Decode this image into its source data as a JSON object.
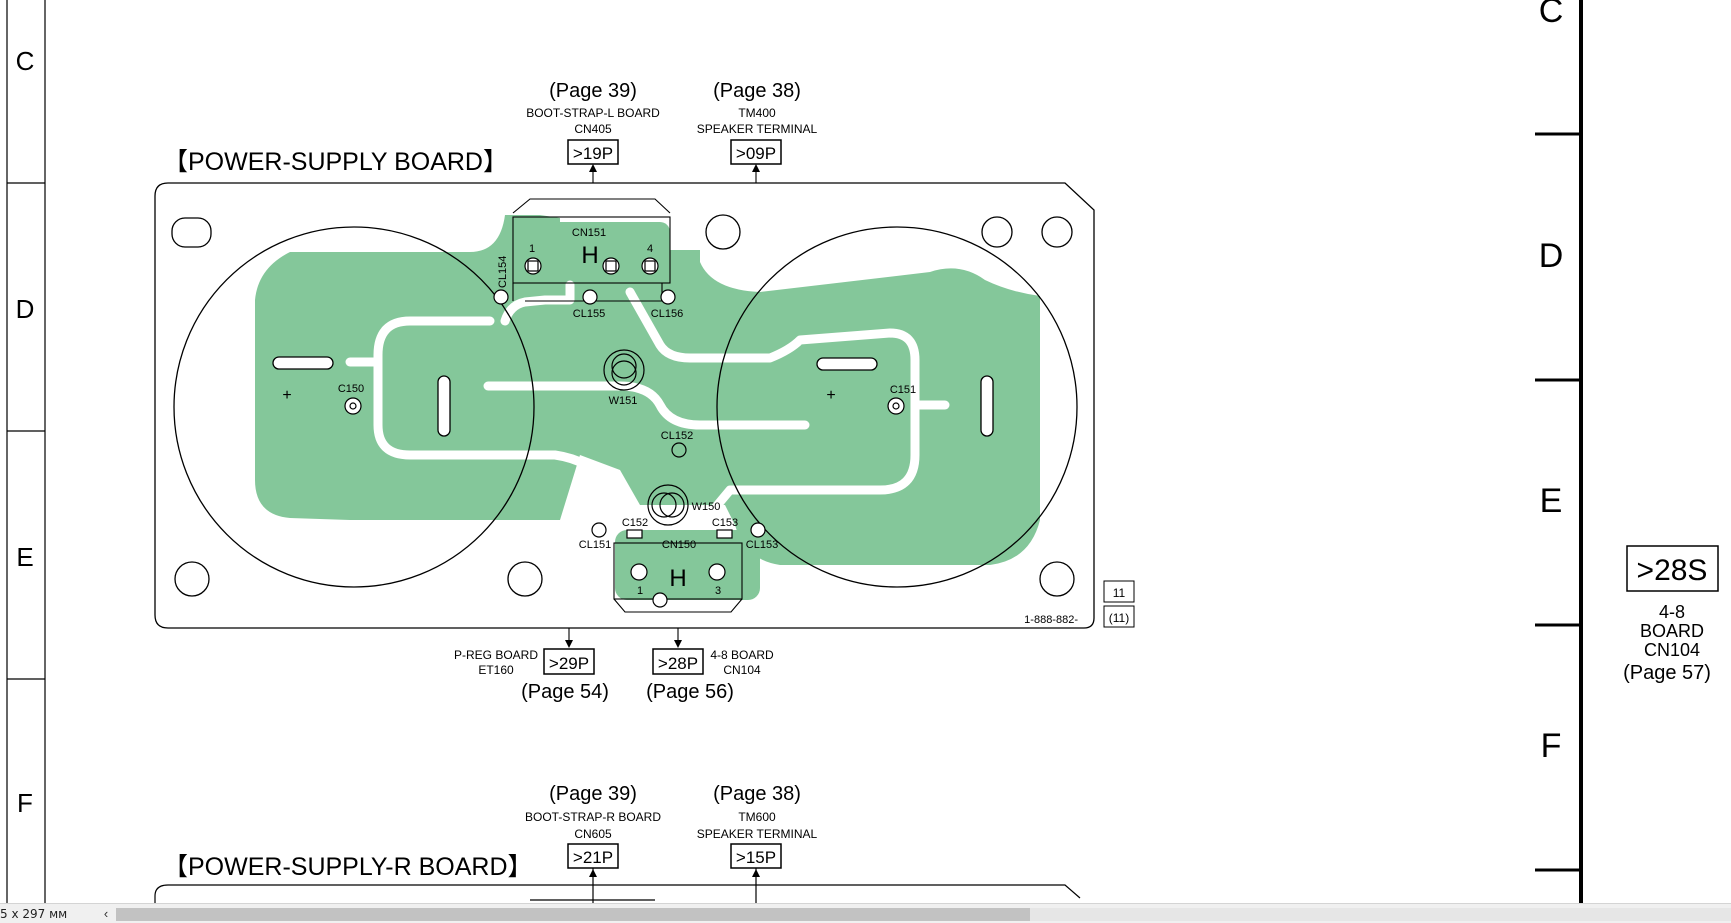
{
  "grid": {
    "rows_left": [
      "C",
      "D",
      "E",
      "F"
    ],
    "rows_right": [
      "C",
      "D",
      "E",
      "F"
    ]
  },
  "board1": {
    "title": "【POWER-SUPPLY BOARD】",
    "board_number": "1-888-882-",
    "rev": "11",
    "rev_paren": "(11)",
    "color": "#84c79a",
    "conn_top_left": {
      "page": "(Page 39)",
      "line1": "BOOT-STRAP-L BOARD",
      "line2": "CN405",
      "tag": ">19P"
    },
    "conn_top_right": {
      "page": "(Page 38)",
      "line1": "TM400",
      "line2": "SPEAKER TERMINAL",
      "tag": ">09P"
    },
    "conn_bottom_left": {
      "line1": "P-REG BOARD",
      "line2": "ET160",
      "tag": ">29P",
      "page": "(Page 54)"
    },
    "conn_bottom_right": {
      "line1": "4-8 BOARD",
      "line2": "CN104",
      "tag": ">28P",
      "page": "(Page 56)"
    },
    "parts": {
      "cn151": "CN151",
      "cn150": "CN150",
      "cl154": "CL154",
      "cl155": "CL155",
      "cl156": "CL156",
      "w151": "W151",
      "w150": "W150",
      "c150": "C150",
      "c151": "C151",
      "cl152": "CL152",
      "c152": "C152",
      "c153": "C153",
      "cl151": "CL151",
      "cl153": "CL153",
      "pin1": "1",
      "pin4": "4",
      "pin3": "3",
      "h": "H",
      "plus": "+"
    }
  },
  "board2": {
    "title": "【POWER-SUPPLY-R BOARD】",
    "conn_top_left": {
      "page": "(Page 39)",
      "line1": "BOOT-STRAP-R BOARD",
      "line2": "CN605",
      "tag": ">21P"
    },
    "conn_top_right": {
      "page": "(Page 38)",
      "line1": "TM600",
      "line2": "SPEAKER TERMINAL",
      "tag": ">15P"
    }
  },
  "side_ref": {
    "tag": ">28S",
    "line1": "4-8",
    "line2": "BOARD",
    "line3": "CN104",
    "line4": "(Page 57)"
  },
  "status": {
    "size_text": "5 x 297 мм",
    "scroll_left": "‹"
  }
}
